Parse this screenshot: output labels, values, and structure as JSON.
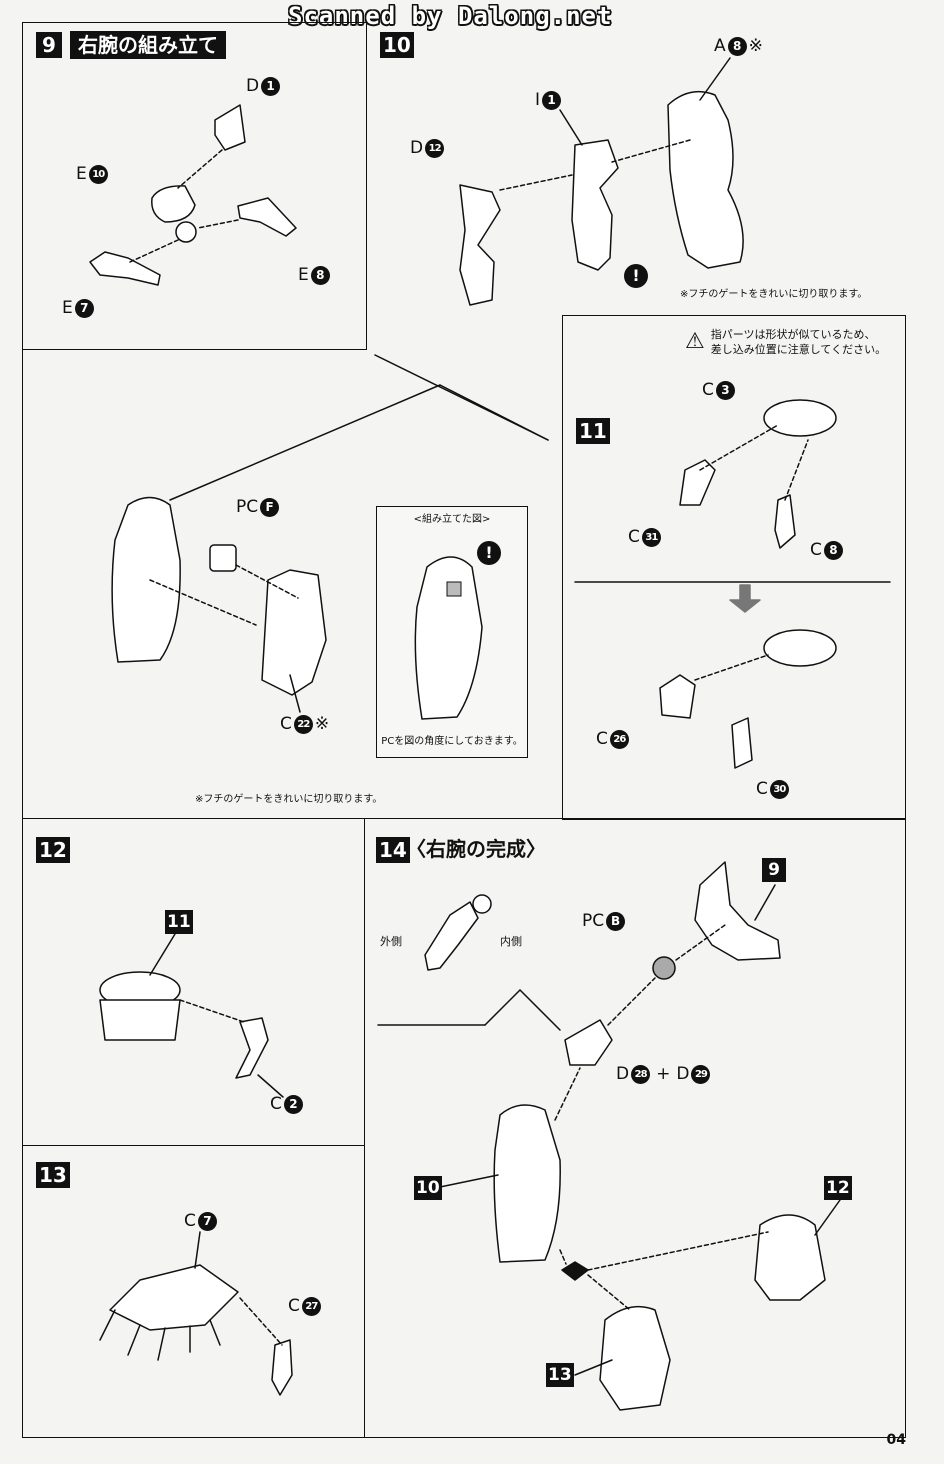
{
  "header": {
    "watermark": "Scanned by Dalong.net"
  },
  "step9": {
    "num": "9",
    "title": "右腕の組み立て",
    "labels": [
      {
        "letter": "D",
        "n": "1"
      },
      {
        "letter": "E",
        "n": "10"
      },
      {
        "letter": "E",
        "n": "8"
      },
      {
        "letter": "E",
        "n": "7"
      }
    ]
  },
  "step10": {
    "num": "10",
    "labels": [
      {
        "letter": "I",
        "n": "1"
      },
      {
        "letter": "D",
        "n": "12"
      },
      {
        "letter": "A",
        "n": "8",
        "mark": "※"
      },
      {
        "letter": "PC",
        "n": "F"
      },
      {
        "letter": "C",
        "n": "22",
        "mark": "※"
      }
    ],
    "note_top": "※フチのゲートをきれいに切り取ります。",
    "note_bottom": "※フチのゲートをきれいに切り取ります。",
    "inset": {
      "title": "<組み立てた図>",
      "caption": "PCを図の角度にしておきます。"
    }
  },
  "step11": {
    "num": "11",
    "warning_line1": "指パーツは形状が似ているため、",
    "warning_line2": "差し込み位置に注意してください。",
    "labels": [
      {
        "letter": "C",
        "n": "3"
      },
      {
        "letter": "C",
        "n": "31"
      },
      {
        "letter": "C",
        "n": "8"
      },
      {
        "letter": "C",
        "n": "26"
      },
      {
        "letter": "C",
        "n": "30"
      }
    ]
  },
  "step12": {
    "num": "12",
    "ref": "11",
    "labels": [
      {
        "letter": "C",
        "n": "2"
      }
    ]
  },
  "step13": {
    "num": "13",
    "labels": [
      {
        "letter": "C",
        "n": "7"
      },
      {
        "letter": "C",
        "n": "27"
      }
    ]
  },
  "step14": {
    "num": "14",
    "title": "〈右腕の完成〉",
    "outer": "外側",
    "inner": "内側",
    "refs": [
      "9",
      "10",
      "12",
      "13"
    ],
    "pc": {
      "letter": "PC",
      "n": "B"
    },
    "d_combo": {
      "a": "28",
      "b": "29",
      "plus": "+",
      "letter": "D"
    }
  },
  "footer": {
    "page": "04"
  }
}
